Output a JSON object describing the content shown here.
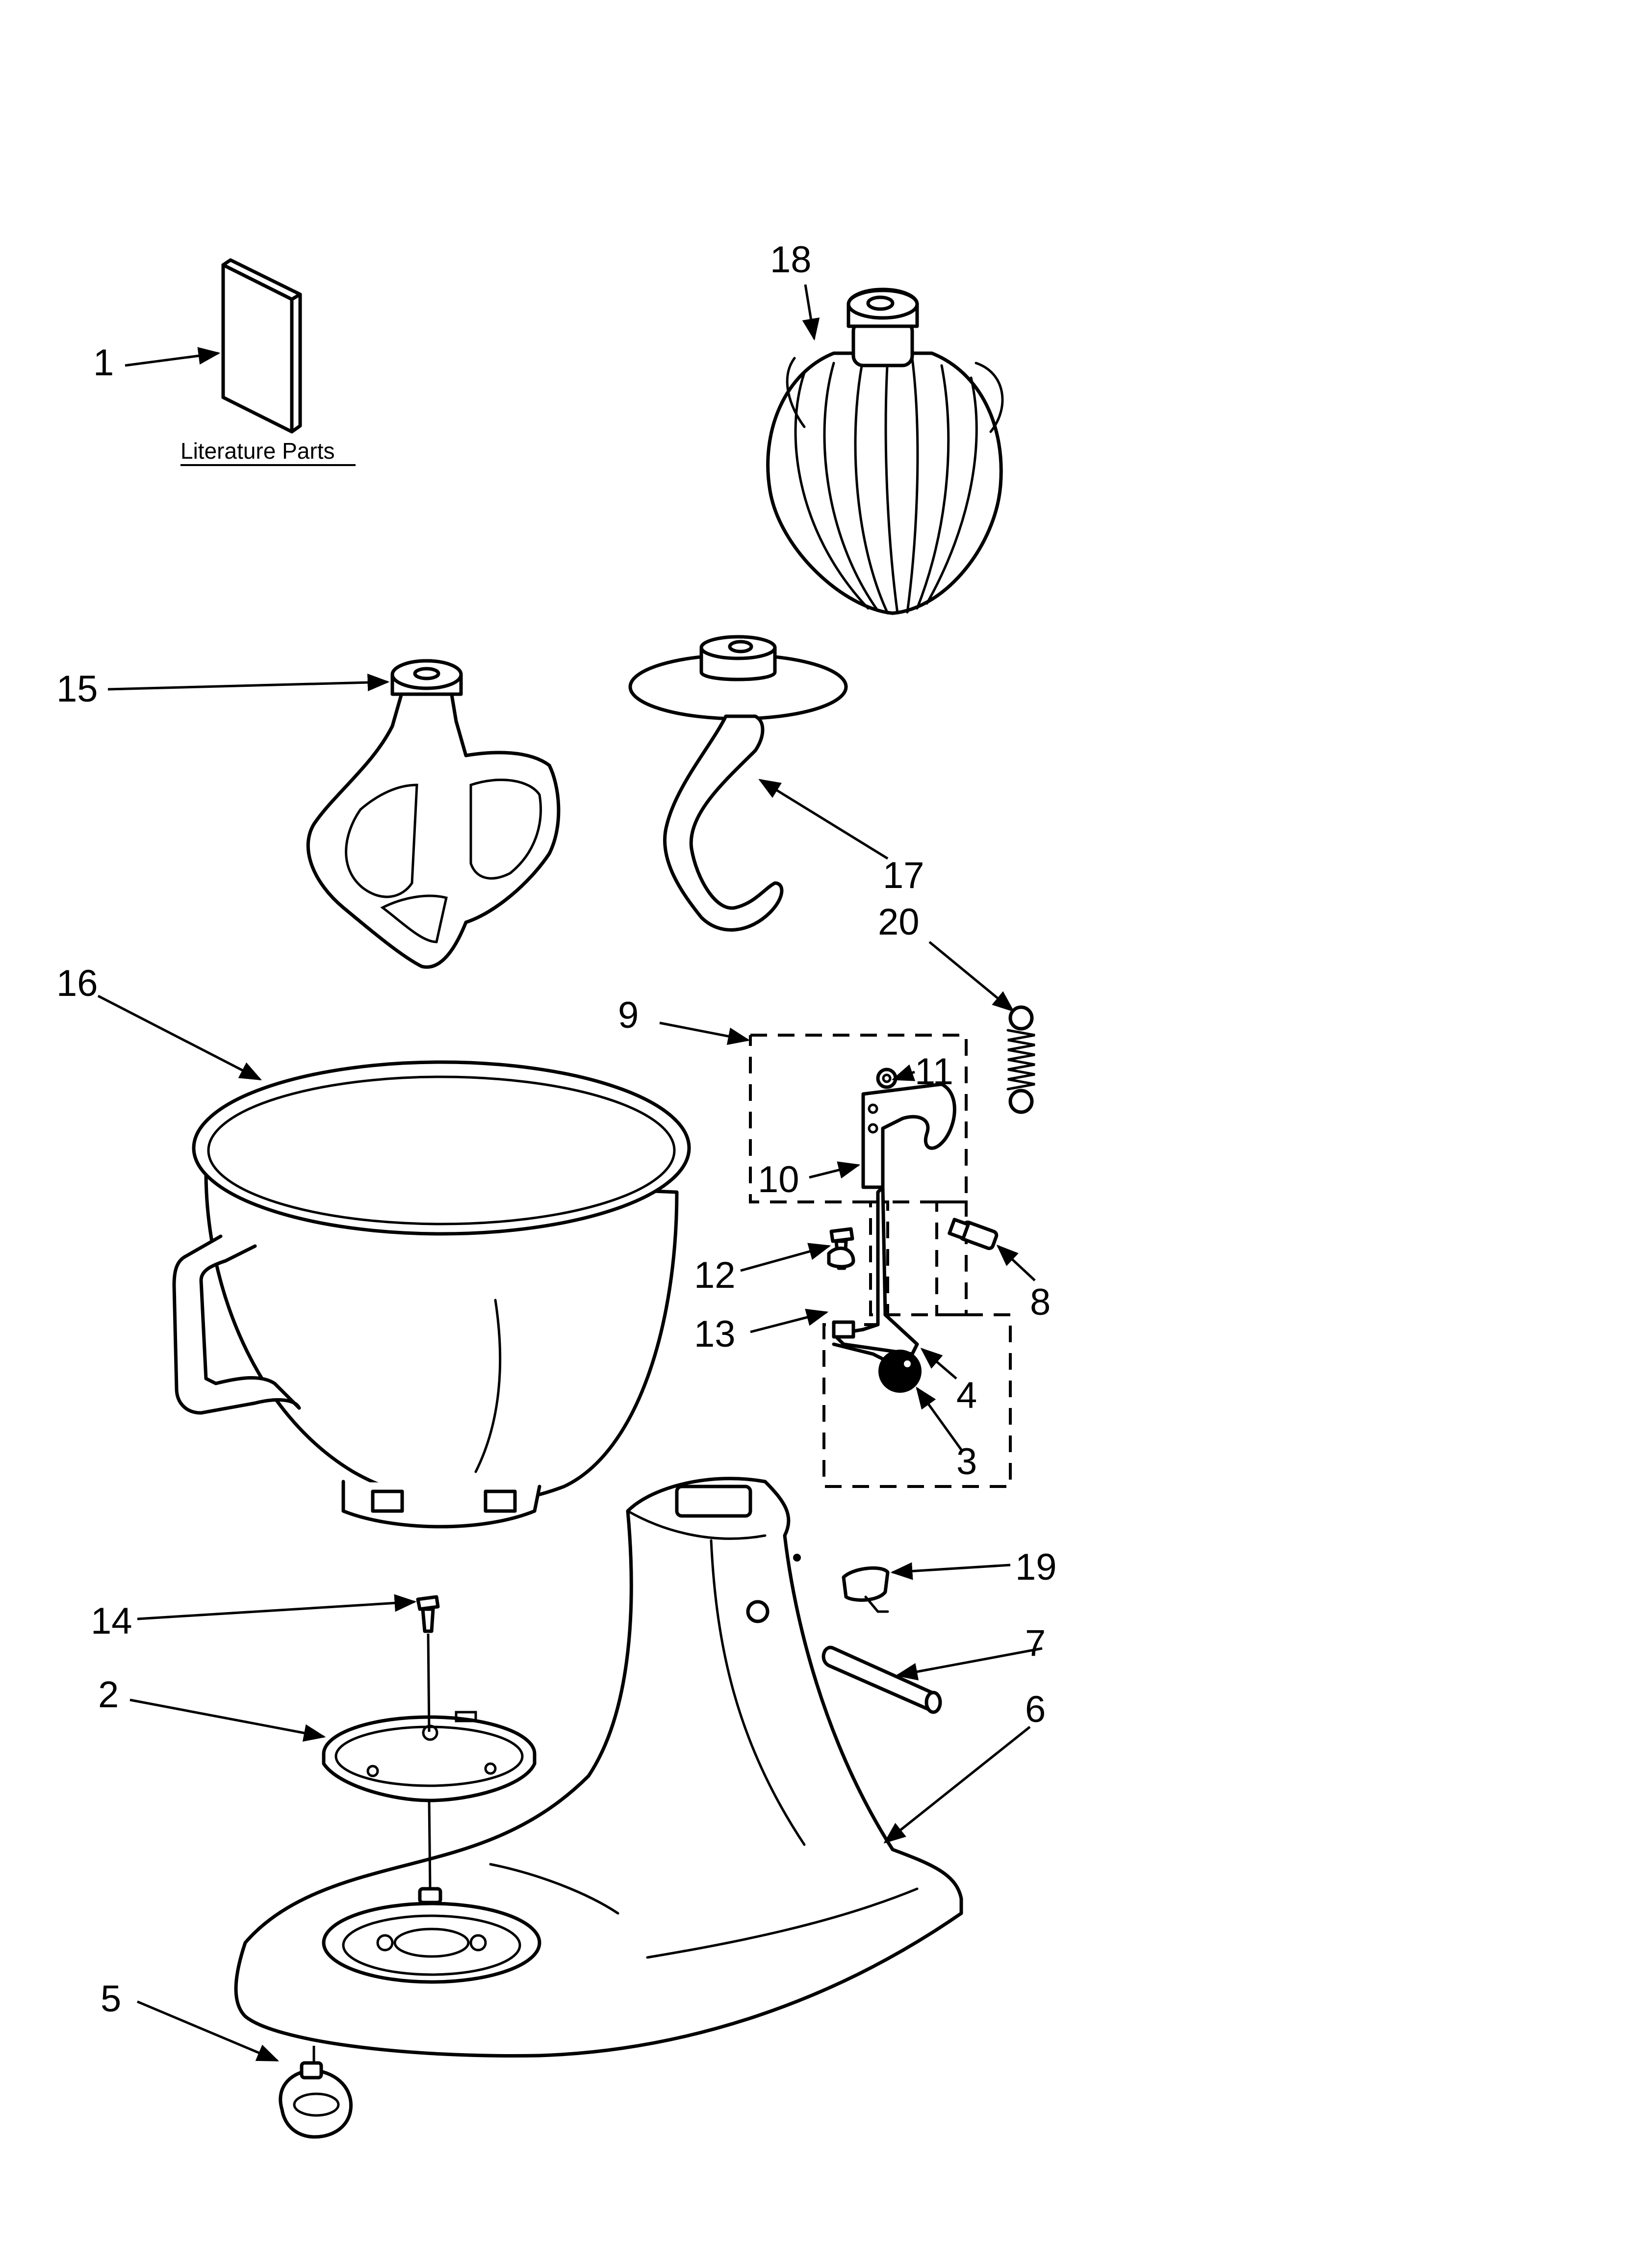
{
  "literature": {
    "label": "Literature Parts"
  },
  "callouts": {
    "c1": "1",
    "c2": "2",
    "c3": "3",
    "c4": "4",
    "c5": "5",
    "c6": "6",
    "c7": "7",
    "c8": "8",
    "c9": "9",
    "c10": "10",
    "c11": "11",
    "c12": "12",
    "c13": "13",
    "c14": "14",
    "c15": "15",
    "c16": "16",
    "c17": "17",
    "c18": "18",
    "c19": "19",
    "c20": "20"
  },
  "colors": {
    "line": "#000000",
    "background": "#ffffff"
  }
}
